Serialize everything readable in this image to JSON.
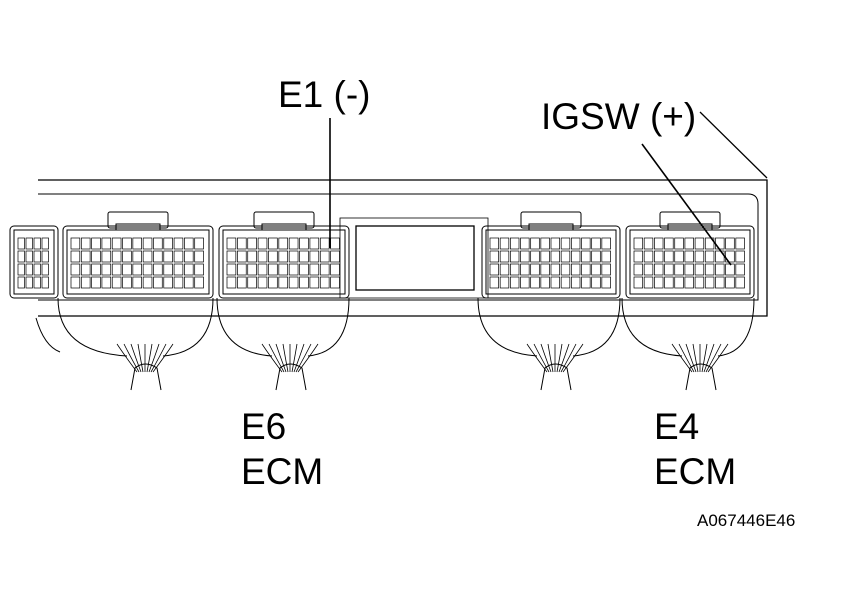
{
  "callouts": {
    "e1": "E1 (-)",
    "igsw": "IGSW (+)"
  },
  "connectors": [
    {
      "code": "E6",
      "part": "ECM"
    },
    {
      "code": "E4",
      "part": "ECM"
    }
  ],
  "figure_id": "A067446E46",
  "colors": {
    "ink": "#000000",
    "background": "#ffffff"
  }
}
